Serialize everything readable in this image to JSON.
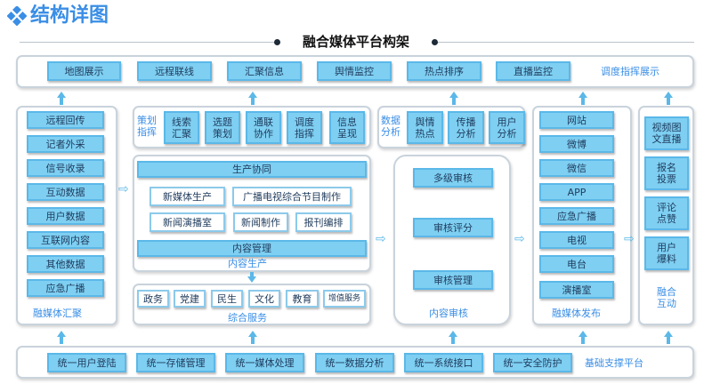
{
  "header": {
    "icon": "diamond-cluster-icon",
    "title": "结构详图",
    "subtitle": "融合媒体平台构架"
  },
  "colors": {
    "accent": "#3a8ee6",
    "button_fill": "#7ecff2",
    "button_border": "#5bb8e8",
    "panel_border": "#c9d3dc",
    "text_dark": "#1f3b5c"
  },
  "top": {
    "items": [
      "地图展示",
      "远程联线",
      "汇聚信息",
      "舆情监控",
      "热点排序",
      "直播监控"
    ],
    "label": "调度指挥展示"
  },
  "aggregation": {
    "items": [
      "远程回传",
      "记者外采",
      "信号收录",
      "互动数据",
      "用户数据",
      "互联网内容",
      "其他数据",
      "应急广播"
    ],
    "label": "融媒体汇聚"
  },
  "planning": {
    "label": "策划\n指挥",
    "items": [
      "线索\n汇聚",
      "选题\n策划",
      "通联\n协作",
      "调度\n指挥",
      "信息\n呈现"
    ]
  },
  "analysis": {
    "label": "数据\n分析",
    "items": [
      "舆情\n热点",
      "传播\n分析",
      "用户\n分析"
    ]
  },
  "production": {
    "collab": "生产协同",
    "items": [
      "新媒体生产",
      "广播电视综合节目制作",
      "新闻演播室",
      "新闻制作",
      "报刊编排"
    ],
    "mgmt": "内容管理",
    "label": "内容生产"
  },
  "services": {
    "items": [
      "政务",
      "党建",
      "民生",
      "文化",
      "教育",
      "增值服务"
    ],
    "label": "综合服务"
  },
  "review": {
    "items": [
      "多级审核",
      "审核评分",
      "审核管理"
    ],
    "label": "内容审核"
  },
  "publish": {
    "items": [
      "网站",
      "微博",
      "微信",
      "APP",
      "应急广播",
      "电视",
      "电台",
      "演播室"
    ],
    "label": "融媒体发布"
  },
  "interaction": {
    "items": [
      "视频图\n文直播",
      "报名\n投票",
      "评论\n点赞",
      "用户\n爆料"
    ],
    "label": "融合\n互动"
  },
  "base": {
    "items": [
      "统一用户登陆",
      "统一存储管理",
      "统一媒体处理",
      "统一数据分析",
      "统一系统接口",
      "统一安全防护"
    ],
    "label": "基础支撑平台"
  }
}
